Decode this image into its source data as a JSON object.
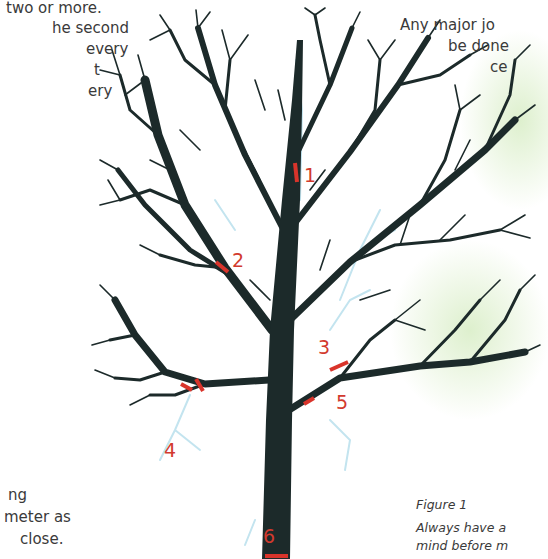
{
  "diagram": {
    "labels": [
      "two or more.",
      "he second",
      "every",
      "t",
      "ery",
      "Any major jo",
      "be done",
      "ce",
      "1",
      "2",
      "3",
      "5",
      "4",
      "6",
      "ng",
      "meter as",
      "close.",
      "Figure 1",
      "Always have a",
      "mind before m"
    ]
  }
}
